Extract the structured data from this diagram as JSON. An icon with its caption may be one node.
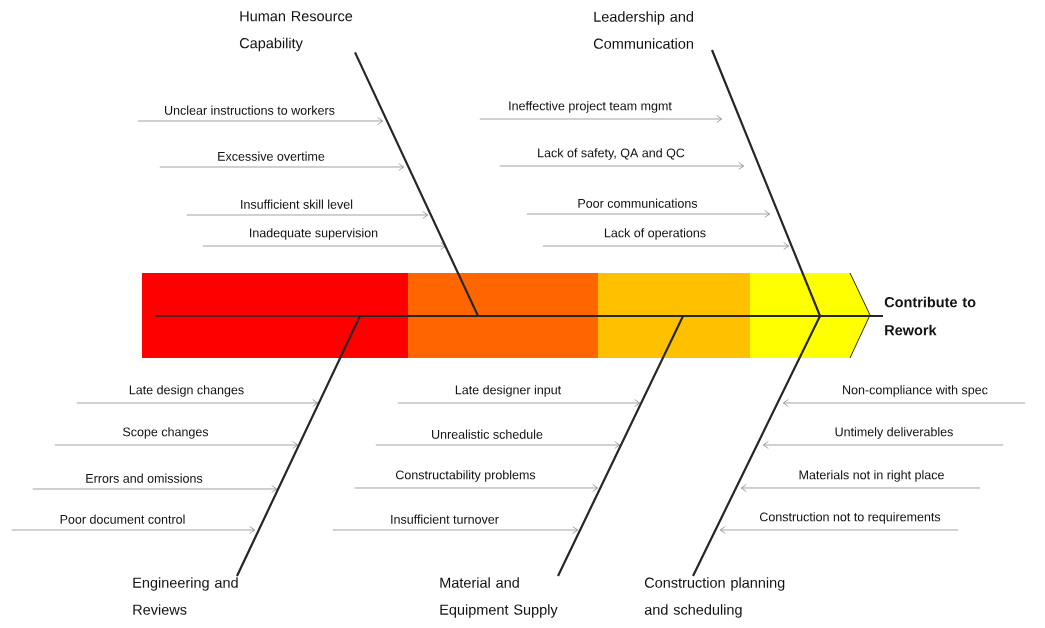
{
  "diagram": {
    "nodes": [
      {
        "text": [
          "Human Resource Capability"
        ]
      },
      {
        "text": [
          "Leadership and Communication"
        ]
      },
      {
        "text": [
          "Unclear instructions to workers"
        ]
      },
      {
        "text": [
          "Excessive overtime"
        ]
      },
      {
        "text": [
          "Insufficient skill level"
        ]
      },
      {
        "text": [
          "Inadequate supervision"
        ]
      },
      {
        "text": [
          "Ineffective project team mgmt"
        ]
      },
      {
        "text": [
          "Lack of safety, QA and QC"
        ]
      },
      {
        "text": [
          "Poor communications"
        ]
      },
      {
        "text": [
          "Lack of operations"
        ]
      },
      {
        "text": [
          "Contribute to Rework"
        ]
      },
      {
        "text": [
          "Late design changes"
        ]
      },
      {
        "text": [
          "Scope changes"
        ]
      },
      {
        "text": [
          "Errors and omissions"
        ]
      },
      {
        "text": [
          "Poor document control"
        ]
      },
      {
        "text": [
          "Late designer input"
        ]
      },
      {
        "text": [
          "Unrealistic schedule"
        ]
      },
      {
        "text": [
          "Constructability problems"
        ]
      },
      {
        "text": [
          "Insufficient turnover"
        ]
      },
      {
        "text": [
          "Non-compliance with spec"
        ]
      },
      {
        "text": [
          "Untimely deliverables"
        ]
      },
      {
        "text": [
          "Materials not in right place"
        ]
      },
      {
        "text": [
          "Construction not to requirements"
        ]
      },
      {
        "text": [
          "Engineering and Reviews"
        ]
      },
      {
        "text": [
          "Material and Equipment Supply"
        ]
      },
      {
        "text": [
          "Construction planning and scheduling"
        ]
      }
    ],
    "edges": [
      {
        "from": 2,
        "to": null,
        "arrow": "to"
      },
      {
        "from": 3,
        "to": null,
        "arrow": "to"
      },
      {
        "from": 4,
        "to": null,
        "arrow": "to"
      },
      {
        "from": 5,
        "to": null,
        "arrow": "to"
      },
      {
        "from": 6,
        "to": null,
        "arrow": "to"
      },
      {
        "from": 7,
        "to": null,
        "arrow": "to"
      },
      {
        "from": 8,
        "to": null,
        "arrow": "to"
      },
      {
        "from": 9,
        "to": null,
        "arrow": "to"
      },
      {
        "from": 11,
        "to": null,
        "arrow": "to"
      },
      {
        "from": 12,
        "to": null,
        "arrow": "to"
      },
      {
        "from": 13,
        "to": null,
        "arrow": "to"
      },
      {
        "from": 14,
        "to": null,
        "arrow": "to"
      },
      {
        "from": 15,
        "to": null,
        "arrow": "to"
      },
      {
        "from": 16,
        "to": null,
        "arrow": "to"
      },
      {
        "from": 17,
        "to": null,
        "arrow": "to"
      },
      {
        "from": 18,
        "to": null,
        "arrow": "to"
      },
      {
        "from": 19,
        "to": null,
        "arrow": "to"
      },
      {
        "from": 20,
        "to": null,
        "arrow": "to"
      },
      {
        "from": 21,
        "to": null,
        "arrow": "to"
      },
      {
        "from": 22,
        "to": null,
        "arrow": "to"
      },
      {
        "from": 0,
        "to": 10,
        "arrow": "none",
        "style": "thick"
      },
      {
        "from": 1,
        "to": 10,
        "arrow": "none",
        "style": "thick"
      },
      {
        "from": 23,
        "to": 10,
        "arrow": "none",
        "style": "thick"
      },
      {
        "from": 24,
        "to": 10,
        "arrow": "none",
        "style": "thick"
      },
      {
        "from": 25,
        "to": 10,
        "arrow": "none",
        "style": "thick"
      }
    ]
  }
}
